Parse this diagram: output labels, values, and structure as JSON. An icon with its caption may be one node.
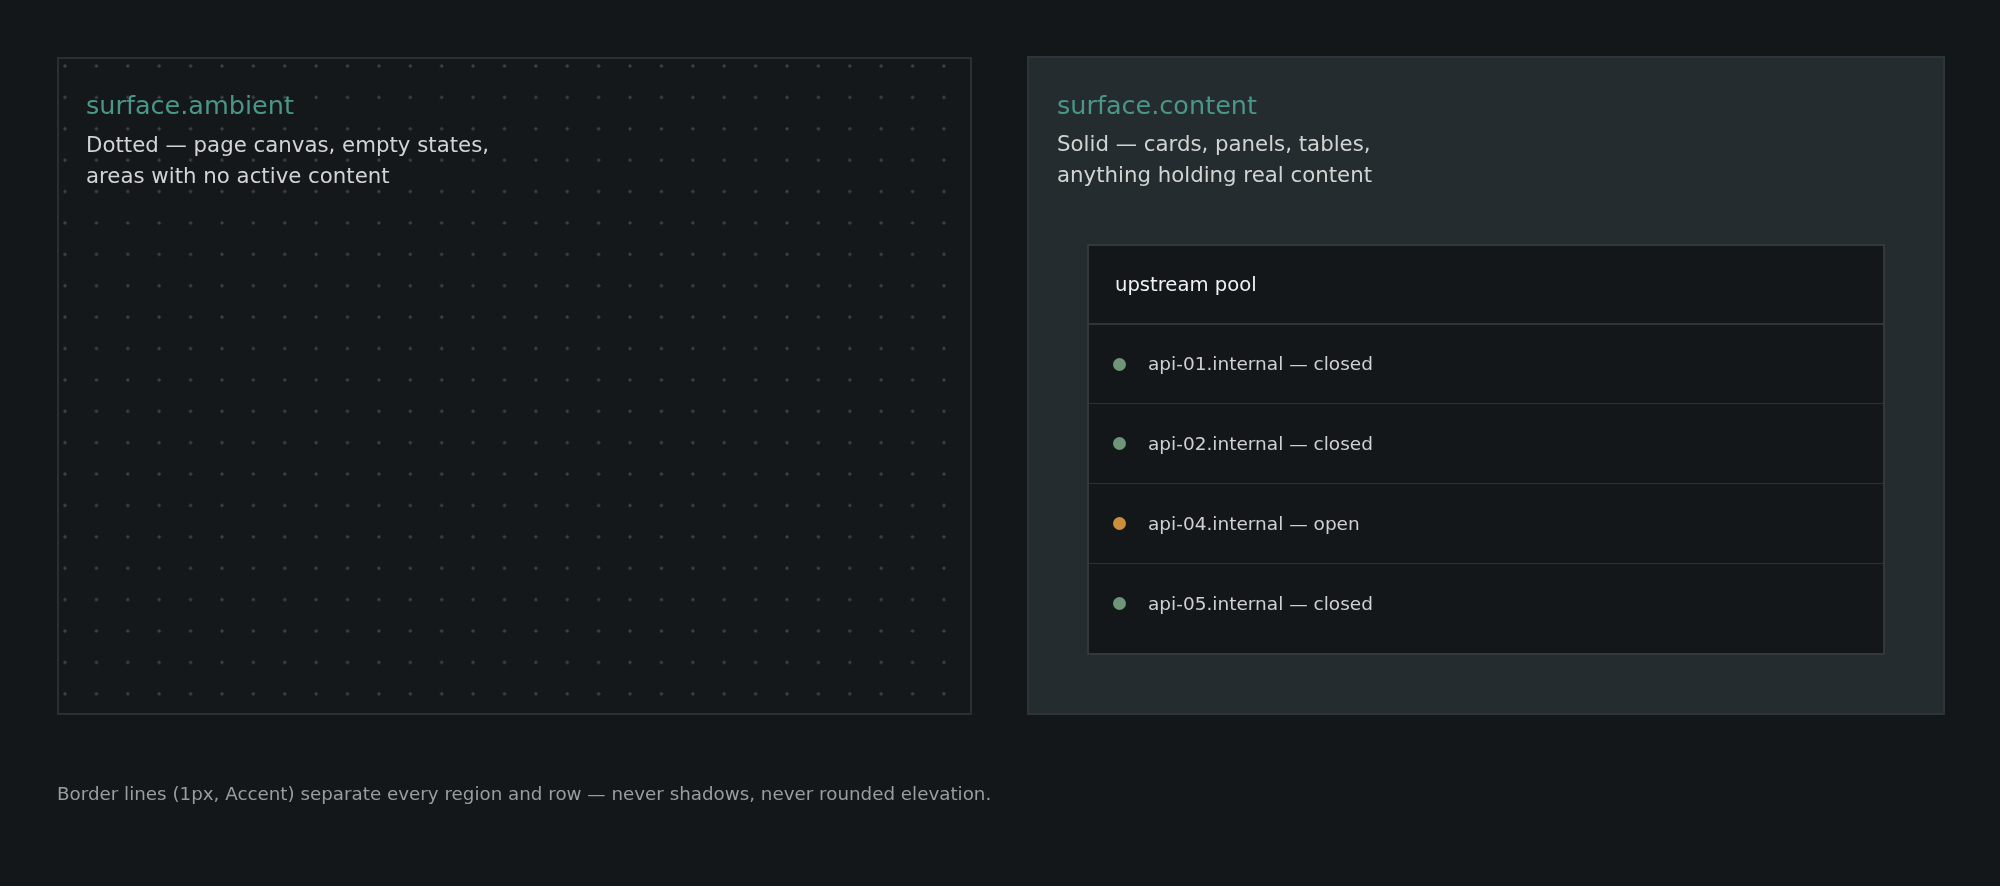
{
  "diagram": {
    "caption": "Border lines (1px, Accent) separate every region and row — never shadows, never rounded elevation.",
    "nodes": [
      {
        "text": [
          "surface.ambient",
          "Dotted — page canvas, empty states, areas with no active content"
        ]
      },
      {
        "text": [
          "surface.content",
          "Solid — cards, panels, tables, anything holding real content"
        ]
      },
      {
        "text": [
          "upstream pool"
        ],
        "in": 1
      },
      {
        "text": [
          "api-01.internal — closed"
        ],
        "in": 2
      },
      {
        "text": [
          "api-02.internal — closed"
        ],
        "in": 2
      },
      {
        "text": [
          "api-04.internal — open"
        ],
        "in": 2
      },
      {
        "text": [
          "api-05.internal — closed"
        ],
        "in": 2
      }
    ]
  }
}
